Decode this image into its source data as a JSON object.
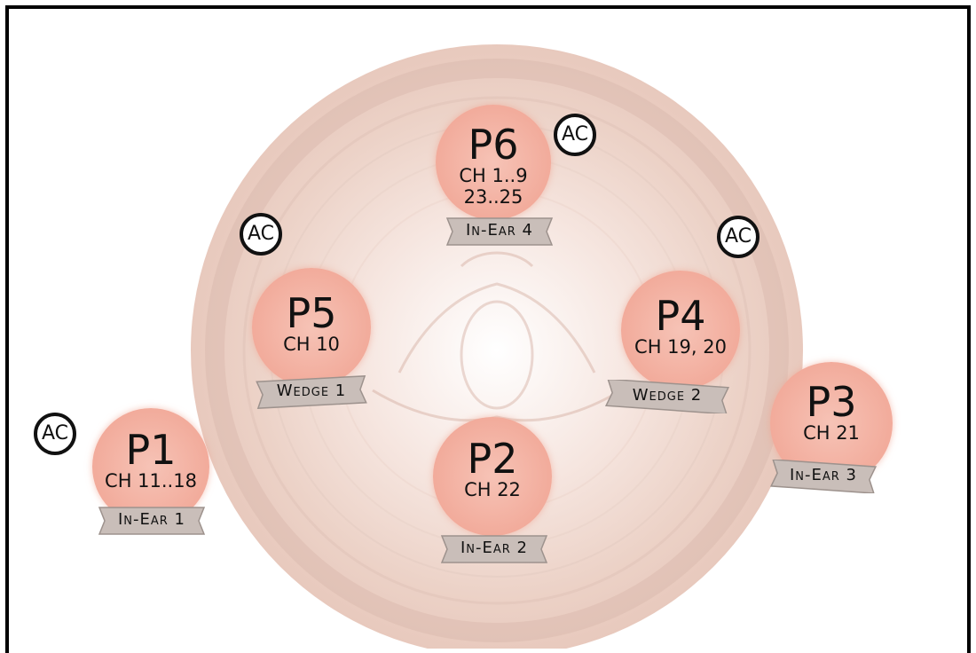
{
  "stage_plot": {
    "performers": [
      {
        "id": "P6",
        "name": "P6",
        "channels": [
          "CH 1..9",
          "23..25"
        ],
        "monitor": "In-Ear 4"
      },
      {
        "id": "P5",
        "name": "P5",
        "channels": [
          "CH 10"
        ],
        "monitor": "Wedge 1"
      },
      {
        "id": "P4",
        "name": "P4",
        "channels": [
          "CH 19, 20"
        ],
        "monitor": "Wedge 2"
      },
      {
        "id": "P3",
        "name": "P3",
        "channels": [
          "CH 21"
        ],
        "monitor": "In-Ear 3"
      },
      {
        "id": "P2",
        "name": "P2",
        "channels": [
          "CH 22"
        ],
        "monitor": "In-Ear 2"
      },
      {
        "id": "P1",
        "name": "P1",
        "channels": [
          "CH 11..18"
        ],
        "monitor": "In-Ear 1"
      }
    ],
    "ac_outlets": [
      "AC",
      "AC",
      "AC",
      "AC"
    ],
    "colors": {
      "performer_fill": "#f2ab9b",
      "banner_fill": "#c9beb9",
      "outline": "#111111",
      "stage_tint": "#f3ddd4"
    }
  }
}
